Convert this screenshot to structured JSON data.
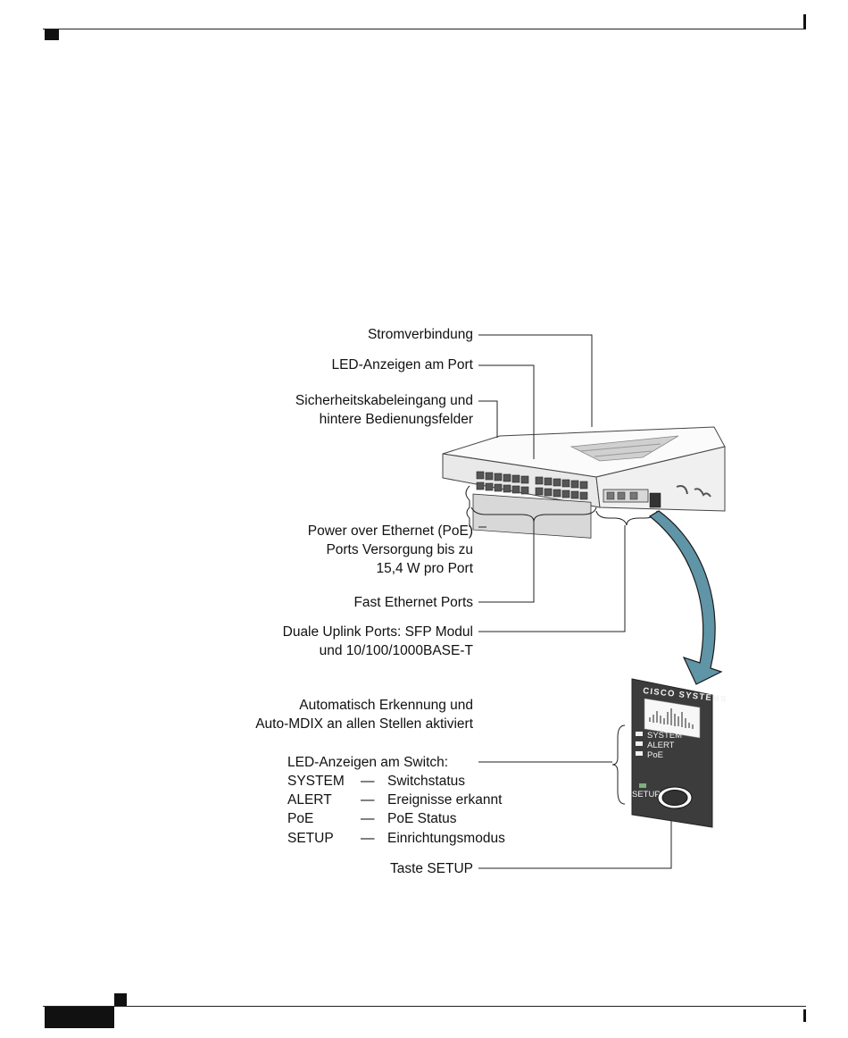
{
  "callouts": {
    "power": "Stromverbindung",
    "port_leds": "LED-Anzeigen am Port",
    "security_line1": "Sicherheitskabeleingang und",
    "security_line2": "hintere Bedienungsfelder",
    "poe_line1": "Power over Ethernet (PoE)",
    "poe_line2": "Ports Versorgung bis zu",
    "poe_line3": "15,4 W pro Port",
    "fast_ethernet": "Fast Ethernet Ports",
    "uplink_line1": "Duale Uplink Ports: SFP Modul",
    "uplink_line2": "und 10/100/1000BASE-T",
    "auto_line1": "Automatisch Erkennung und",
    "auto_line2": "Auto-MDIX an allen Stellen aktiviert",
    "switch_leds_title": "LED-Anzeigen am Switch:",
    "setup_button": "Taste SETUP"
  },
  "led_legend": [
    {
      "name": "SYSTEM",
      "dash": "—",
      "desc": "Switchstatus"
    },
    {
      "name": "ALERT",
      "dash": "—",
      "desc": "Ereignisse erkannt"
    },
    {
      "name": "PoE",
      "dash": "—",
      "desc": "PoE Status"
    },
    {
      "name": "SETUP",
      "dash": "—",
      "desc": "Einrichtungsmodus"
    }
  ],
  "panel": {
    "brand": "Cisco Systems",
    "led_system": "SYSTEM",
    "led_alert": "ALERT",
    "led_poe": "PoE",
    "setup": "SETUP"
  },
  "colors": {
    "arrow": "#5f95a6",
    "panel": "#3c3c3c",
    "setup_led": "#7fae7f"
  }
}
